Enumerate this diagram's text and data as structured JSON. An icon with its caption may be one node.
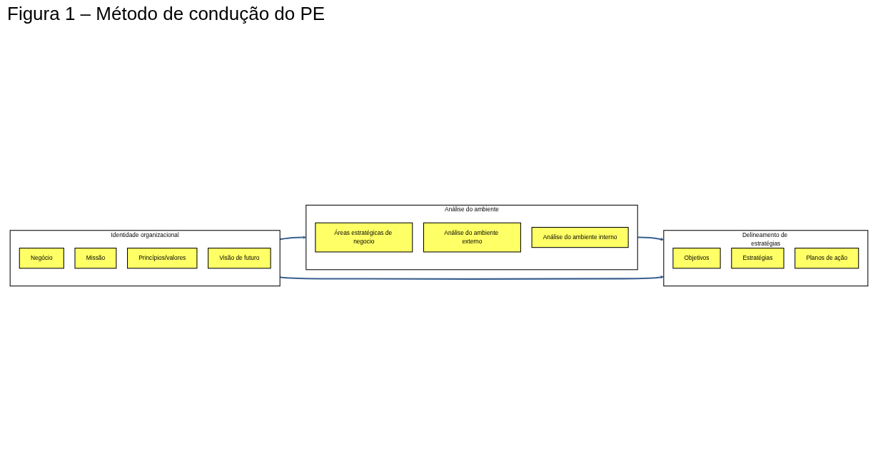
{
  "diagram": {
    "title": "Figura 1 – Método de condução do PE",
    "nodes": [
      {
        "text": [
          "Identidade organizacional"
        ]
      },
      {
        "text": [
          "Negócio"
        ],
        "in": 0
      },
      {
        "text": [
          "Missão"
        ],
        "in": 0
      },
      {
        "text": [
          "Princípios/valores"
        ],
        "in": 0
      },
      {
        "text": [
          "Visão de futuro"
        ],
        "in": 0
      },
      {
        "text": [
          "Análise do ambiente"
        ]
      },
      {
        "text": [
          "Áreas estratégicas de negocio"
        ],
        "in": 5
      },
      {
        "text": [
          "Análise do ambiente externo"
        ],
        "in": 5
      },
      {
        "text": [
          "Análise do ambiente interno"
        ],
        "in": 5
      },
      {
        "text": [
          "Delineamento de estratégias"
        ]
      },
      {
        "text": [
          "Objetivos"
        ],
        "in": 9
      },
      {
        "text": [
          "Estratégias"
        ],
        "in": 9
      },
      {
        "text": [
          "Planos de ação"
        ],
        "in": 9
      }
    ],
    "edges": [
      {
        "from": 0,
        "to": 5,
        "arrow": "to"
      },
      {
        "from": 5,
        "to": 9,
        "arrow": "to"
      },
      {
        "from": 0,
        "to": 9,
        "arrow": "to"
      }
    ]
  }
}
